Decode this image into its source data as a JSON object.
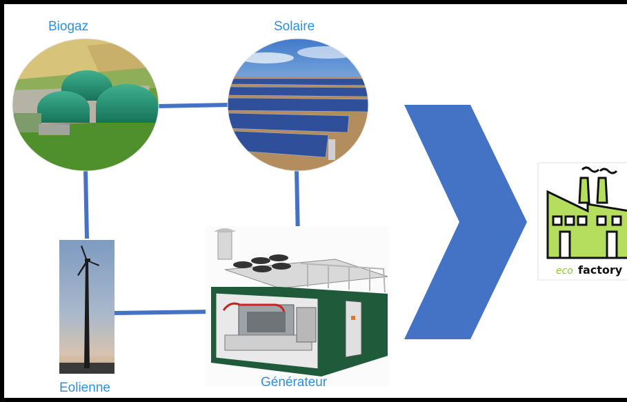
{
  "nodes": {
    "biogaz": "Biogaz",
    "solaire": "Solaire",
    "eolienne": "Eolienne",
    "generateur": "Générateur"
  },
  "logo": {
    "word1": "eco",
    "word2": "factory"
  },
  "colors": {
    "connector": "#4472c4",
    "arrow": "#4472c4",
    "label": "#2f8fd8",
    "logo_green": "#b5de5e"
  }
}
